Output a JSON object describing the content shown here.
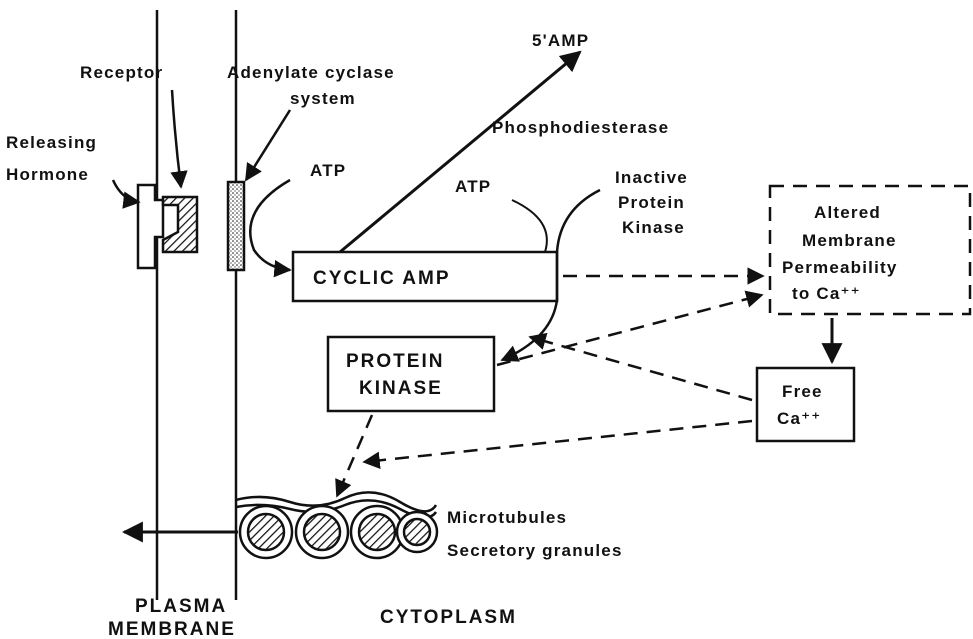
{
  "labels": {
    "receptor": "Receptor",
    "adenylate_cyclase_line1": "Adenylate cyclase",
    "adenylate_cyclase_line2": "system",
    "releasing_line1": "Releasing",
    "releasing_line2": "Hormone",
    "atp_left": "ATP",
    "atp_right": "ATP",
    "five_amp": "5'AMP",
    "phosphodiesterase": "Phosphodiesterase",
    "inactive_line1": "Inactive",
    "inactive_line2": "Protein",
    "inactive_line3": "Kinase",
    "cyclic_amp": "CYCLIC AMP",
    "protein_kinase_line1": "PROTEIN",
    "protein_kinase_line2": "KINASE",
    "altered_line1": "Altered",
    "altered_line2": "Membrane",
    "altered_line3": "Permeability",
    "altered_line4": "to Ca⁺⁺",
    "free_ca_line1": "Free",
    "free_ca_line2": "Ca⁺⁺",
    "microtubules": "Microtubules",
    "secretory_granules": "Secretory granules",
    "plasma_line1": "PLASMA",
    "plasma_line2": "MEMBRANE",
    "cytoplasm": "CYTOPLASM"
  },
  "colors": {
    "ink": "#111111",
    "background": "#ffffff"
  }
}
